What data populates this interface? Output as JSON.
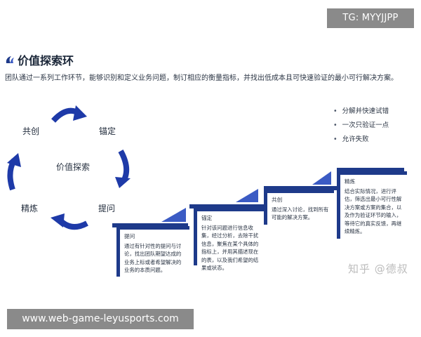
{
  "badge": "TG: MYYJJPP",
  "header": {
    "title": "价值探索环",
    "description": "团队通过一系列工作环节，能够识别和定义业务问题，制订相应的衡量指标，并找出低成本且可快速验证的最小可行解决方案。"
  },
  "cycle": {
    "center": "价值探索",
    "nodes": {
      "gongchuang": "共创",
      "maoding": "锚定",
      "tiwen": "提问",
      "jinglian": "精炼"
    },
    "arrow_color": "#1e3aa8"
  },
  "bullets": [
    "分解并快速试错",
    "一次只验证一点",
    "允许失败"
  ],
  "steps": [
    {
      "name": "提问",
      "body": "通过有针对性的提问与讨论，找出团队期望达成的业务上标或者希望解决的业务的本质问题。"
    },
    {
      "name": "锚定",
      "body": "针对该问题进行信息收集，经过分析，去除干扰信息，聚焦在某个具体的指标上，并用其描述现在的表，以及我们希望的结果或状态。"
    },
    {
      "name": "共创",
      "body": "通过深入讨论，找到所有可能的解决方案。"
    },
    {
      "name": "精炼",
      "body": "结合实际情况，进行评估，筛选出最小可行性解决方案或方案的集合，以及作为验证环节的输入，等待它的真实反馈，再继续精炼。"
    }
  ],
  "watermark": "知乎 @德叔",
  "footer": "www.web-game-leyusports.com",
  "colors": {
    "accent": "#1e3a8a",
    "badge_bg": "#8a8a8a"
  }
}
